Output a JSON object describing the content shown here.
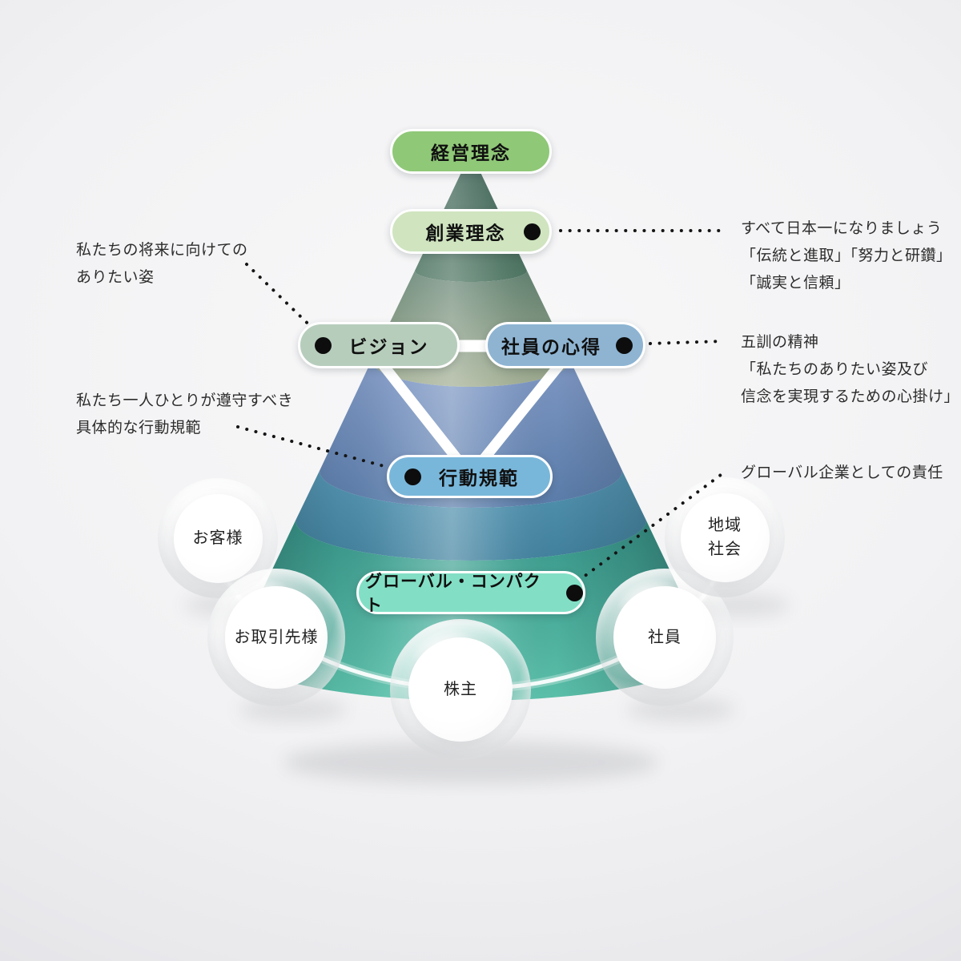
{
  "pills": {
    "keiei": {
      "label": "経営理念"
    },
    "sogyo": {
      "label": "創業理念"
    },
    "vision": {
      "label": "ビジョン"
    },
    "kokoroe": {
      "label": "社員の心得"
    },
    "kodo": {
      "label": "行動規範"
    },
    "global": {
      "label": "グローバル・コンパクト"
    }
  },
  "annotations": {
    "vision": {
      "line1": "私たちの将来に向けての",
      "line2": "ありたい姿"
    },
    "kodo": {
      "line1": "私たち一人ひとりが遵守すべき",
      "line2": "具体的な行動規範"
    },
    "sogyo": {
      "line1": "すべて日本一になりましょう",
      "line2": "「伝統と進取」「努力と研鑽」",
      "line3": "「誠実と信頼」"
    },
    "kokoroe": {
      "line1": "五訓の精神",
      "line2": "「私たちのありたい姿及び",
      "line3": "信念を実現するための心掛け」"
    },
    "global": {
      "line1": "グローバル企業としての責任"
    }
  },
  "spheres": {
    "customers": {
      "label": "お客様"
    },
    "partners": {
      "label": "お取引先様"
    },
    "shareholders": {
      "label": "株主"
    },
    "employees": {
      "label": "社員"
    },
    "community": {
      "line1": "地域",
      "line2": "社会"
    }
  },
  "colors": {
    "pill_keiei": "#8fc877",
    "pill_sogyo": "#cfe4bf",
    "pill_vision": "#b7cdbc",
    "pill_kokoroe": "#8eb4d2",
    "pill_kodo": "#79b7da",
    "pill_global": "#82dfc5",
    "cone_apex_green": "#3c6453",
    "cone_sage": "#8da184",
    "cone_slate_blue": "#6788b5",
    "cone_teal_blue": "#4a8bac",
    "cone_teal_green": "#47ab99",
    "dotted_line": "#151515",
    "connector_white": "#ffffff"
  }
}
